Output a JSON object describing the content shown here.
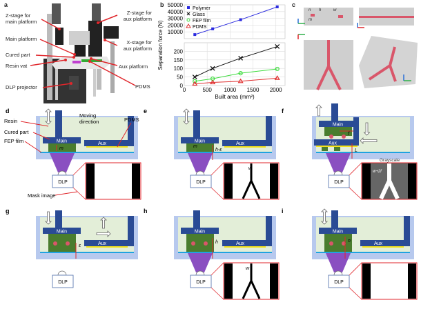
{
  "panels": {
    "a": {
      "letter": "a",
      "labels": {
        "zstage_main": [
          "Z-stage for",
          "main platform"
        ],
        "zstage_aux": [
          "Z-stage for",
          "aux platform"
        ],
        "xstage_aux": [
          "X-stage for",
          "aux platform"
        ],
        "main_platform": "Main platform",
        "cured_part": "Cured part",
        "resin_vat": "Resin vat",
        "dlp_projector": "DLP projector",
        "aux_platform": "Aux platform",
        "pdms": "PDMS"
      }
    },
    "b": {
      "letter": "b"
    },
    "c": {
      "letter": "c",
      "dims": {
        "n": "n",
        "h": "h",
        "m": "m",
        "w": "w"
      },
      "axes": {
        "x": "x",
        "y": "y",
        "z": "z"
      }
    },
    "d": {
      "letter": "d",
      "labels": {
        "resin": "Resin",
        "cured_part": "Cured part",
        "fep_film": "FEP film",
        "mask_image": "Mask image",
        "moving_direction": [
          "Moving",
          "direction"
        ],
        "pdms": "PDMS",
        "main": "Main",
        "aux": "Aux",
        "dlp": "DLP",
        "m": "m"
      }
    },
    "e": {
      "letter": "e",
      "main": "Main",
      "aux": "Aux",
      "dlp": "DLP",
      "m": "m",
      "h_eps": "h-ε",
      "w": "w"
    },
    "f": {
      "letter": "f",
      "main": "Main",
      "aux": "Aux",
      "dlp": "DLP",
      "f": "f",
      "L": "L",
      "grayscale": "Grayscale",
      "w2f": "w+2f"
    },
    "g": {
      "letter": "g",
      "main": "Main",
      "aux": "Aux",
      "dlp": "DLP",
      "eps": "ε"
    },
    "h": {
      "letter": "h",
      "main": "Main",
      "aux": "Aux",
      "dlp": "DLP",
      "h": "h",
      "w": "w"
    },
    "i": {
      "letter": "i",
      "main": "Main",
      "aux": "Aux",
      "dlp": "DLP",
      "n": "n"
    }
  },
  "colors": {
    "vat": "#b7c9ee",
    "resin": "#e3eed8",
    "platform": "#2a4b95",
    "cured": "#4a7d2e",
    "fep": "#1fa3e0",
    "pdms": "#f4e21a",
    "light": "#8a4fc1",
    "red": "#e0262b",
    "channel": "#d9566a"
  },
  "chart_data": {
    "type": "line",
    "title": "",
    "xlabel": "Built area (mm²)",
    "ylabel": "Separation force (N)",
    "xlim": [
      0,
      2200
    ],
    "x_ticks": [
      "0",
      "500",
      "1000",
      "1500",
      "2000"
    ],
    "y_ticks_lower": [
      "0",
      "50",
      "100",
      "150",
      "200"
    ],
    "y_ticks_upper": [
      "10000",
      "20000",
      "30000",
      "40000",
      "50000"
    ],
    "ylim_lower": [
      0,
      250
    ],
    "ylim_upper": [
      0,
      50000
    ],
    "axis_break": true,
    "grid": true,
    "legend_position": "top-left",
    "x": [
      230,
      620,
      1230,
      2030
    ],
    "series": [
      {
        "name": "Polymer",
        "color": "#2a2adf",
        "marker": "square",
        "axis": "upper",
        "values": [
          6000,
          14500,
          28000,
          47000
        ]
      },
      {
        "name": "Glass",
        "color": "#111111",
        "marker": "x",
        "axis": "lower",
        "values": [
          50,
          100,
          160,
          228
        ]
      },
      {
        "name": "FEP film",
        "color": "#3ddc3d",
        "marker": "circle",
        "axis": "lower",
        "values": [
          25,
          40,
          72,
          97
        ]
      },
      {
        "name": "PDMS",
        "color": "#e03030",
        "marker": "triangle",
        "axis": "lower",
        "values": [
          10,
          18,
          25,
          43
        ]
      }
    ]
  }
}
